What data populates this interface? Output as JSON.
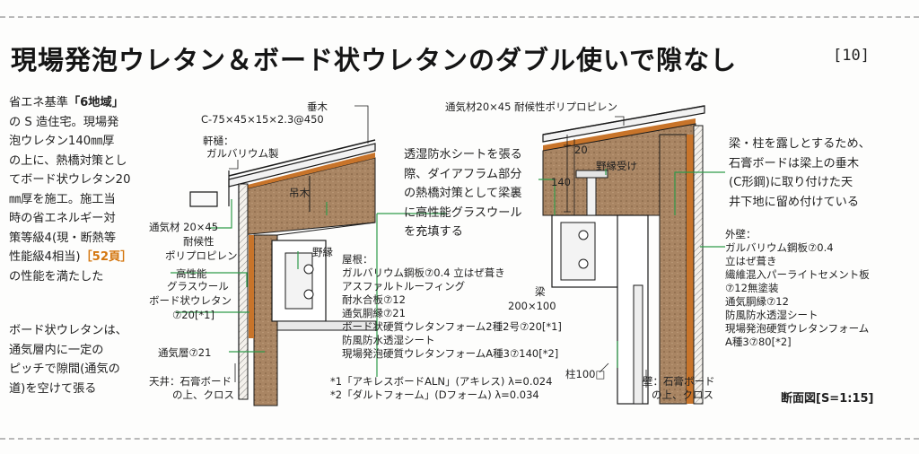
{
  "header": {
    "title": "現場発泡ウレタン＆ボード状ウレタンのダブル使いで隙なし",
    "page_number": "[10]"
  },
  "intro": {
    "lines": [
      "省エネ基準",
      "の S 造住宅。現場発",
      "泡ウレタン140㎜厚",
      "の上に、熱橋対策とし",
      "てボード状ウレタン20",
      "㎜厚を施工。施工当",
      "時の省エネルギー対",
      "策等級4(現・断熱等",
      "性能級4相当)",
      "の性能を満たした"
    ],
    "highlight": "「6地域」",
    "ref": "［52頁］"
  },
  "left_note": {
    "lines": [
      "ボード状ウレタンは、",
      "通気層内に一定の",
      "ピッチで隙間(通気の",
      "道)を空けて張る"
    ]
  },
  "center_note": {
    "lines": [
      "透湿防水シートを張る",
      "際、ダイアフラム部分",
      "の熱橋対策として梁裏",
      "に高性能グラスウール",
      "を充填する"
    ]
  },
  "right_note": {
    "lines": [
      "梁・柱を露しとするため、",
      "石膏ボードは梁上の垂木",
      "(C形鋼)に取り付けた天",
      "井下地に留め付けている"
    ]
  },
  "labels": {
    "taruki": "垂木",
    "taruki_spec": "C-75×45×15×2.3@450",
    "noki": "軒樋：",
    "noki_spec": "ガルバリウム製",
    "tsuriki": "吊木",
    "tsukizai": "通気材 20×45",
    "tsukizai2": "耐候性",
    "tsukizai3": "ポリプロピレン",
    "glasswool": "高性能",
    "glasswool2": "グラスウール",
    "board": "ボード状ウレタン",
    "board2": "⑦20[*1]",
    "tsukisou": "通気層⑦21",
    "tenjo": "天井：石膏ボード",
    "tenjo2": "の上、クロス",
    "noen": "野縁",
    "tsukizai_top": "通気材20×45 耐候性ポリプロピレン",
    "noen_uke": "野縁受け",
    "dim_20": "20",
    "dim_140": "140",
    "hari": "梁",
    "hari_spec": "200×100",
    "hashira": "柱100□",
    "kabe": "壁：石膏ボード",
    "kabe2": "の上、クロス"
  },
  "roof": {
    "title": "屋根：",
    "items": [
      "ガルバリウム鋼板⑦0.4 立はぜ葺き",
      "アスファルトルーフィング",
      "耐水合板⑦12",
      "通気胴縁⑦21",
      "ボード状硬質ウレタンフォーム2種2号⑦20[*1]",
      "防風防水透湿シート",
      "現場発泡硬質ウレタンフォームA種3⑦140[*2]"
    ]
  },
  "wall": {
    "title": "外壁：",
    "items": [
      "ガルバリウム鋼板⑦0.4",
      "立はぜ葺き",
      "繊維混入パーライトセメント板",
      "⑦12無塗装",
      "通気胴縁⑦12",
      "防風防水透湿シート",
      "現場発泡硬質ウレタンフォーム",
      "A種3⑦80[*2]"
    ]
  },
  "footnotes": [
    "*1「アキレスボードALN」(アキレス) λ=0.024",
    "*2「ダルトフォーム」(Dフォーム) λ=0.034"
  ],
  "scale": "断面図[S=1:15]",
  "colors": {
    "insulation": "#a5825f",
    "board_urethane": "#c8742a",
    "leader": "#2f9b4a",
    "line": "#1a1a1a"
  }
}
